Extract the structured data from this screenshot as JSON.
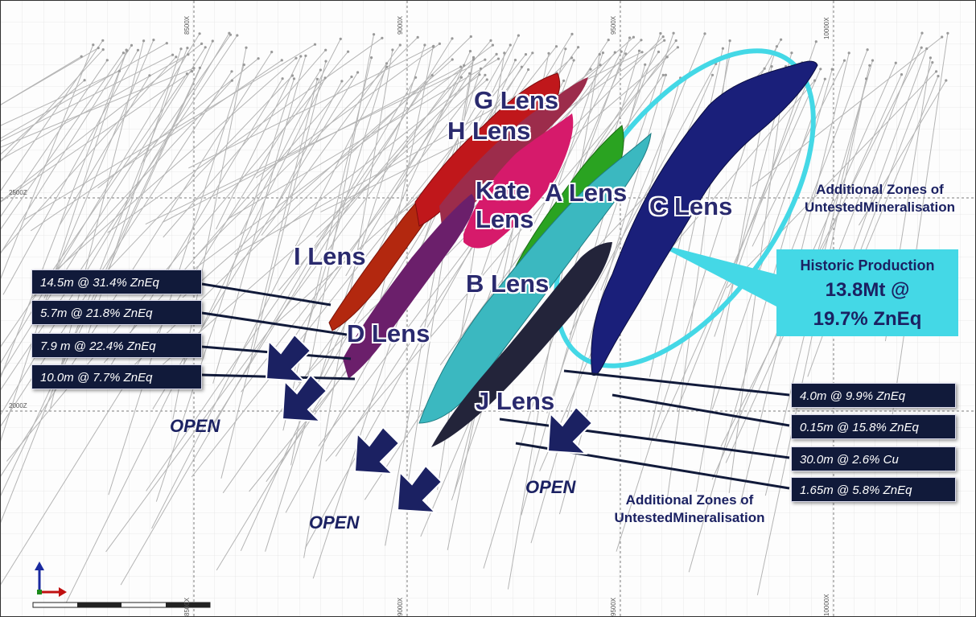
{
  "lenses": [
    {
      "id": "g",
      "label": "G Lens"
    },
    {
      "id": "h",
      "label": "H Lens"
    },
    {
      "id": "kate",
      "label": "Kate\nLens"
    },
    {
      "id": "a",
      "label": "A Lens"
    },
    {
      "id": "c",
      "label": "C Lens"
    },
    {
      "id": "i",
      "label": "I Lens"
    },
    {
      "id": "b",
      "label": "B Lens"
    },
    {
      "id": "d",
      "label": "D Lens"
    },
    {
      "id": "j",
      "label": "J Lens"
    }
  ],
  "callouts_left": [
    "14.5m @ 31.4% ZnEq",
    "5.7m @ 21.8% ZnEq",
    "7.9 m @ 22.4% ZnEq",
    "10.0m @ 7.7% ZnEq"
  ],
  "callouts_right": [
    "4.0m @ 9.9% ZnEq",
    "0.15m @ 15.8% ZnEq",
    "30.0m @ 2.6% Cu",
    "1.65m @ 5.8% ZnEq"
  ],
  "open_labels": [
    "OPEN",
    "OPEN",
    "OPEN"
  ],
  "zones_top": "Additional Zones of\nUntestedMineralisation",
  "zones_bottom": "Additional Zones of\nUntestedMineralisation",
  "historic": {
    "title": "Historic Production",
    "line1": "13.8Mt @",
    "line2": "19.7% ZnEq"
  },
  "coords": {
    "x_top": [
      "8500X",
      "9000X",
      "9500X",
      "10000X"
    ],
    "x_bottom": [
      "8500X",
      "9000X",
      "9500X",
      "10000X"
    ],
    "z_left": [
      "2500Z",
      "2000Z"
    ]
  },
  "colors": {
    "g_lens": "#c0171b",
    "h_lens": "#9c2c4b",
    "kate_lens": "#d61a6b",
    "a_lens": "#2aa321",
    "c_lens": "#1a1f7a",
    "i_lens": "#b3280f",
    "b_lens": "#3bb8c0",
    "d_lens": "#6b1f6b",
    "j_lens": "#23243a",
    "ellipse": "#44d8e6",
    "callout_bg": "#111a3a",
    "label": "#2a2a6e"
  }
}
